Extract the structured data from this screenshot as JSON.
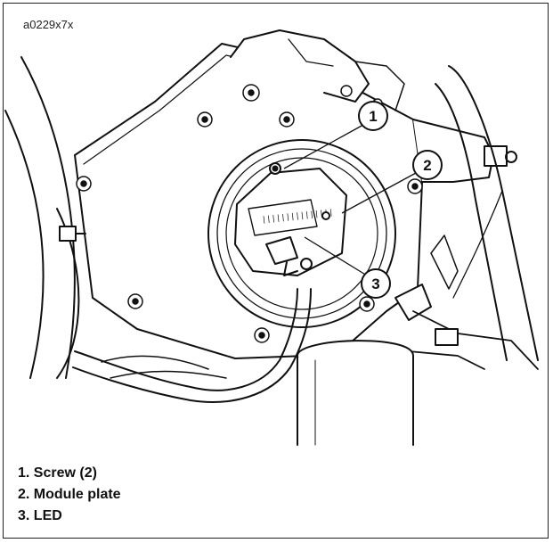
{
  "figure": {
    "code": "a0229x7x",
    "callouts": [
      "1",
      "2",
      "3"
    ],
    "label_text": "|||||||||||||||",
    "legend": [
      "1. Screw (2)",
      "2. Module plate",
      "3. LED"
    ]
  }
}
